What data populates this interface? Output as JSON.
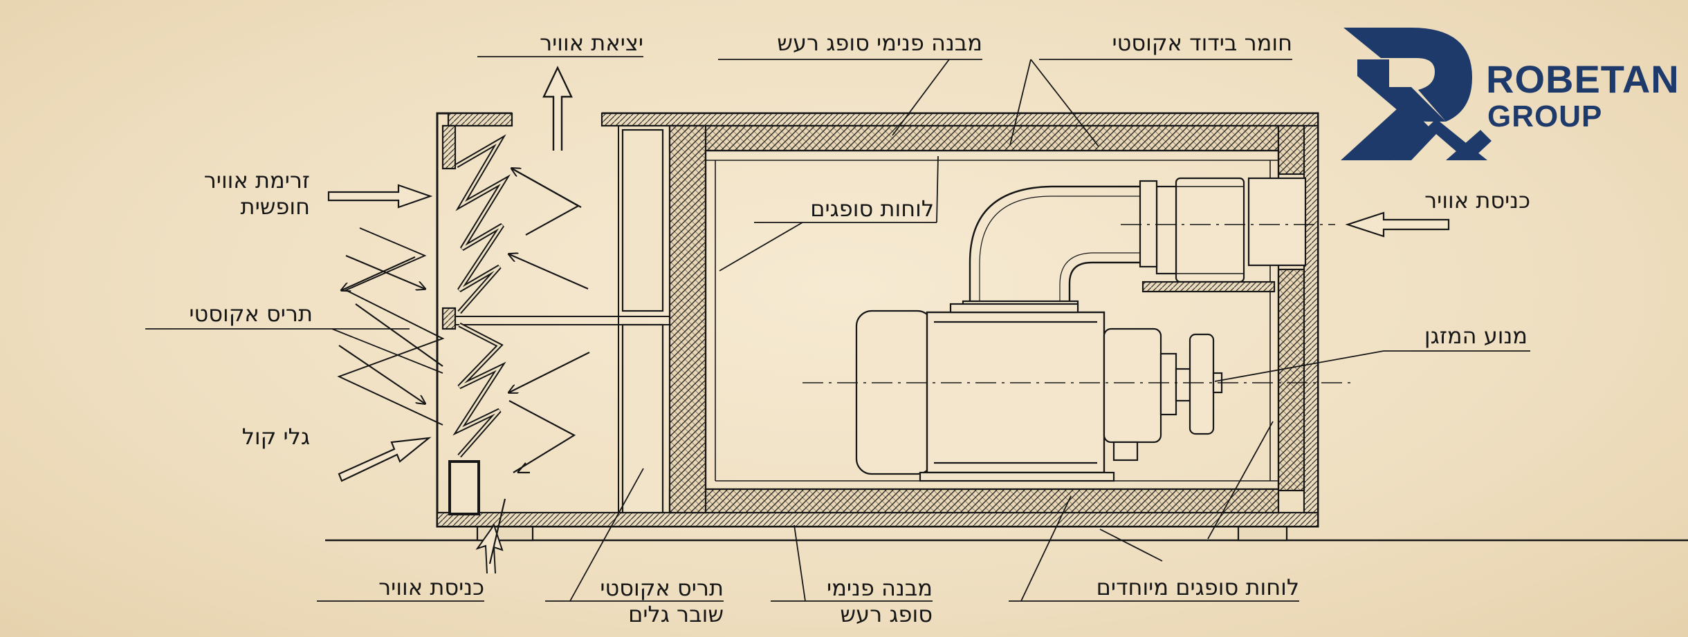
{
  "labels": {
    "air_exit": "יציאת אוויר",
    "inner_structure_top": "מבנה פנימי סופג רעש",
    "acoustic_insulation": "חומר בידוד אקוסטי",
    "free_airflow_line1": "זרימת אוויר",
    "free_airflow_line2": "חופשית",
    "sponge_panels": "לוחות סופגים",
    "air_inlet_right": "כניסת אוויר",
    "acoustic_louver": "תריס אקוסטי",
    "ac_motor": "מנוע המזגן",
    "sound_waves": "גלי קול",
    "air_inlet_bottom": "כניסת אוויר",
    "louver_wave_line1": "תריס אקוסטי",
    "louver_wave_line2": "שובר גלים",
    "inner_structure_bottom_line1": "מבנה פנימי",
    "inner_structure_bottom_line2": "סופג רעש",
    "special_sponge_panels": "לוחות סופגים מיוחדים"
  },
  "logo": {
    "line1": "ROBETAN",
    "line2": "GROUP",
    "color": "#1d3a6b"
  },
  "colors": {
    "ink": "#161616",
    "paper": "#f3e6cc",
    "hatch": "#2a2a2a"
  }
}
